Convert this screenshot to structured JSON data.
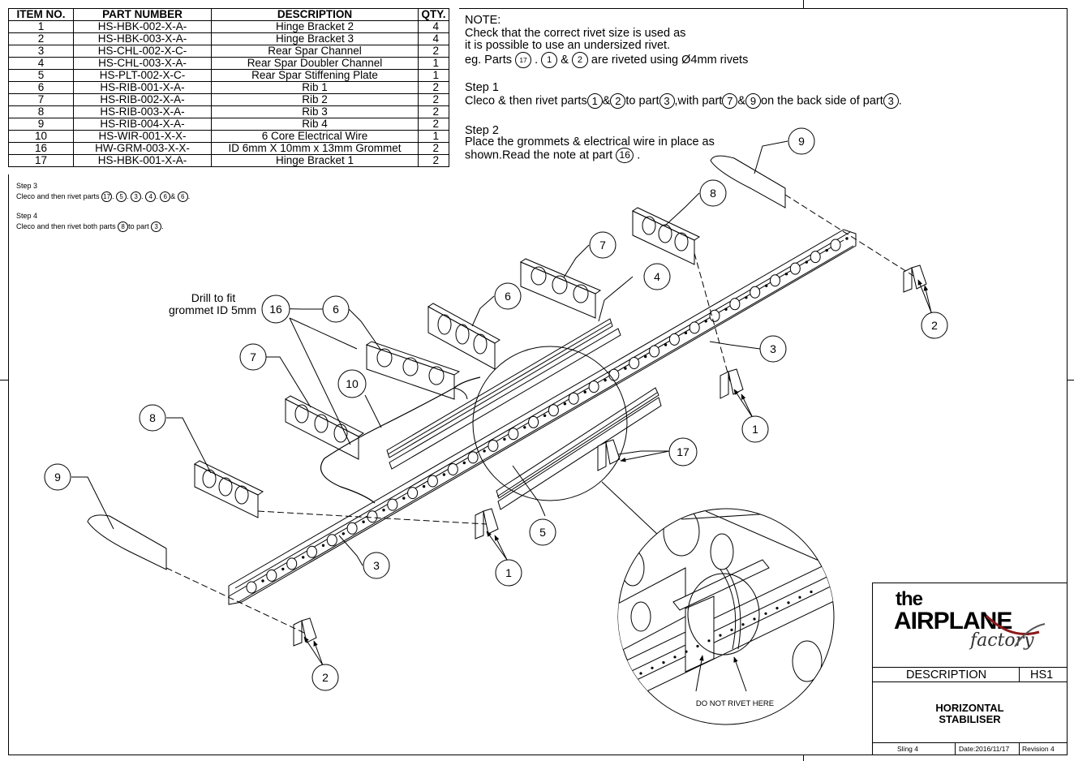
{
  "bom": {
    "headers": [
      "ITEM NO.",
      "PART NUMBER",
      "DESCRIPTION",
      "QTY."
    ],
    "rows": [
      [
        "1",
        "HS-HBK-002-X-A-",
        "Hinge Bracket 2",
        "4"
      ],
      [
        "2",
        "HS-HBK-003-X-A-",
        "Hinge Bracket 3",
        "4"
      ],
      [
        "3",
        "HS-CHL-002-X-C-",
        "Rear Spar Channel",
        "2"
      ],
      [
        "4",
        "HS-CHL-003-X-A-",
        "Rear Spar Doubler Channel",
        "1"
      ],
      [
        "5",
        "HS-PLT-002-X-C-",
        "Rear Spar Stiffening Plate",
        "1"
      ],
      [
        "6",
        "HS-RIB-001-X-A-",
        "Rib 1",
        "2"
      ],
      [
        "7",
        "HS-RIB-002-X-A-",
        "Rib 2",
        "2"
      ],
      [
        "8",
        "HS-RIB-003-X-A-",
        "Rib 3",
        "2"
      ],
      [
        "9",
        "HS-RIB-004-X-A-",
        "Rib 4",
        "2"
      ],
      [
        "10",
        "HS-WIR-001-X-X-",
        "6 Core Electrical Wire",
        "1"
      ],
      [
        "16",
        "HW-GRM-003-X-X-",
        "ID 6mm X 10mm x 13mm Grommet",
        "2"
      ],
      [
        "17",
        "HS-HBK-001-X-A-",
        "Hinge Bracket 1",
        "2"
      ]
    ]
  },
  "note": {
    "heading": "NOTE:",
    "line1": "Check that the correct rivet size is used as",
    "line2": "it is possible to use an undersized rivet.",
    "line3_pre": "eg. Parts",
    "line3_a": "17",
    "line3_sep1": ".",
    "line3_b": "1",
    "line3_sep2": "&",
    "line3_c": "2",
    "line3_post": "are riveted using Ø4mm rivets"
  },
  "step1": {
    "heading": "Step 1",
    "t1": "Cleco & then rivet parts",
    "p1": "1",
    "t2": "&",
    "p2": "2",
    "t3": "to part",
    "p3": "3",
    "t4": ",with part",
    "p4": "7",
    "t5": "&",
    "p5": "9",
    "t6": "on the back side of part",
    "p6": "3",
    "t7": "."
  },
  "step2": {
    "heading": "Step 2",
    "line1": "Place the grommets & electrical wire in place as",
    "line2_pre": "shown.Read the note at part",
    "line2_part": "16",
    "line2_post": "."
  },
  "step3": {
    "heading": "Step 3",
    "text": "Cleco and then rivet parts",
    "parts": [
      "17",
      "5",
      "3",
      "4",
      "6",
      "6"
    ],
    "seps": [
      ".",
      ".",
      ".",
      ".",
      "&"
    ],
    "end": "."
  },
  "step4": {
    "heading": "Step 4",
    "text": "Cleco and then rivet both parts",
    "part_a": "8",
    "mid": "to part",
    "part_b": "3",
    "end": "."
  },
  "drawing": {
    "drill_line1": "Drill to fit",
    "drill_line2": "grommet ID 5mm",
    "do_not_rivet": "DO NOT RIVET HERE",
    "balloons": {
      "b9_right": "9",
      "b8_right": "8",
      "b7_right": "7",
      "b4": "4",
      "b6_right": "6",
      "b16": "16",
      "b6_left": "6",
      "b7_left": "7",
      "b10": "10",
      "b3_right": "3",
      "b2_right": "2",
      "b1_right": "1",
      "b17": "17",
      "b8_left": "8",
      "b9_left": "9",
      "b5": "5",
      "b1_left": "1",
      "b3_left": "3",
      "b2_left": "2"
    }
  },
  "title_block": {
    "logo_the": "the",
    "logo_airplane": "AIRPLANE",
    "logo_factory": "factory",
    "description_label": "DESCRIPTION",
    "sheet_code": "HS1",
    "title_line1": "HORIZONTAL",
    "title_line2": "STABILISER",
    "sling": "Sling 4",
    "date": "Date:2016/11/17",
    "revision": "Revision 4"
  },
  "colors": {
    "ink": "#000000",
    "paper": "#ffffff",
    "logo_accent": "#8b1a1a"
  }
}
